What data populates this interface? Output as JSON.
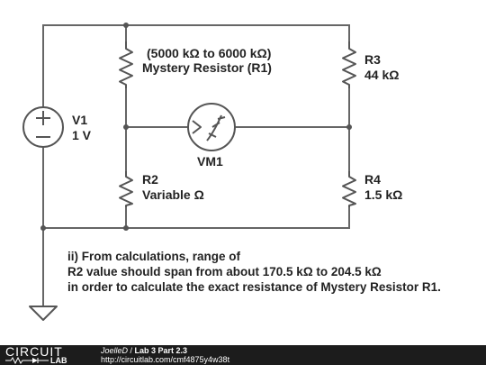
{
  "schematic": {
    "v1": {
      "name": "V1",
      "value": "1 V"
    },
    "r1": {
      "range": "(5000 kΩ to 6000 kΩ)",
      "name": "Mystery Resistor (R1)"
    },
    "r2": {
      "name": "R2",
      "value": "Variable Ω"
    },
    "r3": {
      "name": "R3",
      "value": "44 kΩ"
    },
    "r4": {
      "name": "R4",
      "value": "1.5 kΩ"
    },
    "vm1": {
      "name": "VM1"
    },
    "note": {
      "line1": "ii) From calculations, range of",
      "line2": "R2 value should span from about 170.5 kΩ to 204.5 kΩ",
      "line3": "in order to calculate the exact resistance of Mystery Resistor R1."
    }
  },
  "footer": {
    "logo_top": "CIRCUIT",
    "logo_bottom": "LAB",
    "author": "JoelleD",
    "separator": " / ",
    "title": "Lab 3 Part 2.3",
    "url": "http://circuitlab.com/cmf4875y4w38t"
  }
}
